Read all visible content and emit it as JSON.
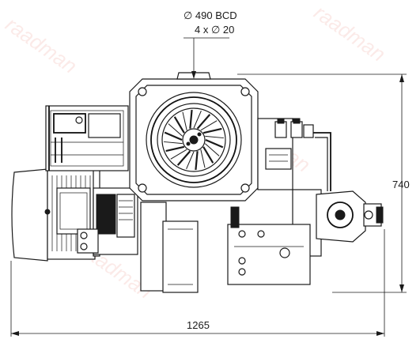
{
  "dimensions": {
    "bcd_label": "∅ 490 BCD",
    "holes_label": "4 x ∅ 20",
    "height_value": "740",
    "width_value": "1265"
  },
  "watermark": {
    "text": "raadman",
    "color": "#e0412b"
  },
  "colors": {
    "line": "#1a1a1a",
    "background": "#ffffff"
  }
}
